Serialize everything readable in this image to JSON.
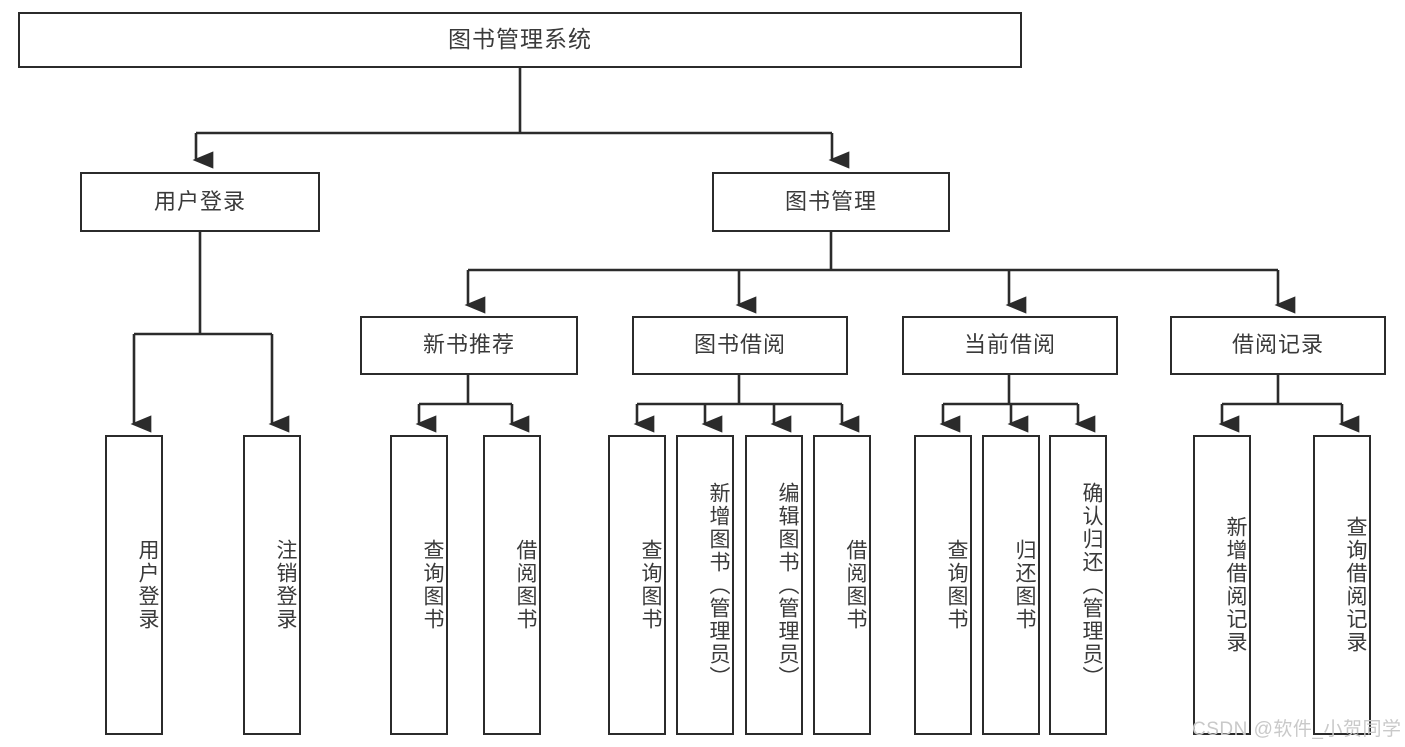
{
  "diagram": {
    "title": "图书管理系统",
    "type": "tree-hierarchy",
    "stroke_color": "#2b2b2b",
    "text_color": "#3a3a3a",
    "background_color": "#ffffff"
  },
  "nodes": {
    "root": {
      "label": "图书管理系统"
    },
    "level1": [
      {
        "label": "用户登录"
      },
      {
        "label": "图书管理"
      }
    ],
    "level2": [
      {
        "label": "新书推荐"
      },
      {
        "label": "图书借阅"
      },
      {
        "label": "当前借阅"
      },
      {
        "label": "借阅记录"
      }
    ],
    "leaves_user_login": [
      {
        "label": "用户登录"
      },
      {
        "label": "注销登录"
      }
    ],
    "leaves_new_book": [
      {
        "label": "查询图书"
      },
      {
        "label": "借阅图书"
      }
    ],
    "leaves_borrow": [
      {
        "label": "查询图书"
      },
      {
        "label": "新增图书（管理员）"
      },
      {
        "label": "编辑图书（管理员）"
      },
      {
        "label": "借阅图书"
      }
    ],
    "leaves_current": [
      {
        "label": "查询图书"
      },
      {
        "label": "归还图书"
      },
      {
        "label": "确认归还（管理员）"
      }
    ],
    "leaves_record": [
      {
        "label": "新增借阅记录"
      },
      {
        "label": "查询借阅记录"
      }
    ]
  },
  "watermark": {
    "text": "CSDN @软件_小贺同学"
  }
}
